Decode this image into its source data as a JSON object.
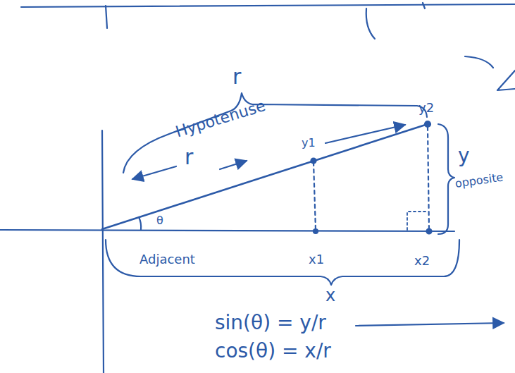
{
  "diagram": {
    "labels": [
      "r",
      "Hypotenuse",
      "r",
      "θ",
      "y1",
      "y2",
      "y",
      "opposite",
      "Adjacent",
      "x1",
      "x2",
      "x",
      "sin(θ) = y/r",
      "cos(θ) = x/r"
    ]
  }
}
